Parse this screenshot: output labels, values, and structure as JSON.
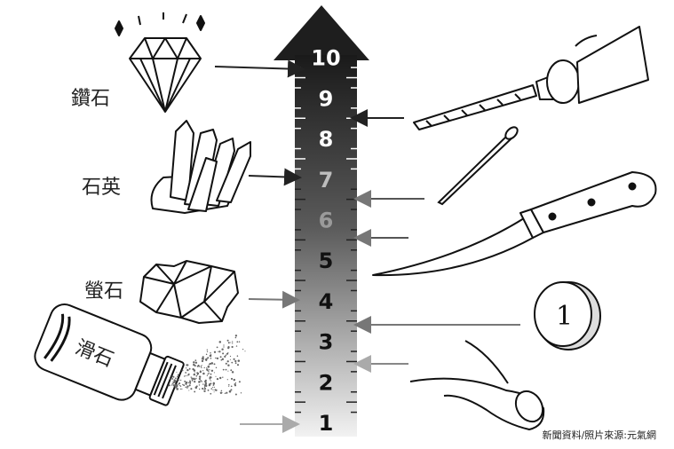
{
  "scale": {
    "numbers": [
      "1",
      "2",
      "3",
      "4",
      "5",
      "6",
      "7",
      "8",
      "9",
      "10"
    ],
    "number_colors": [
      "#111111",
      "#111111",
      "#111111",
      "#111111",
      "#111111",
      "#9a9a9a",
      "#bdbdbd",
      "#ffffff",
      "#ffffff",
      "#ffffff"
    ]
  },
  "minerals": [
    {
      "label": "鑽石",
      "icon": "diamond-icon",
      "hardness": 10
    },
    {
      "label": "石英",
      "icon": "quartz-crystal-icon",
      "hardness": 7
    },
    {
      "label": "螢石",
      "icon": "fluorite-rock-icon",
      "hardness": 4
    },
    {
      "label": "滑石",
      "icon": "talc-powder-bottle-icon",
      "hardness": 1
    }
  ],
  "tools": [
    {
      "icon": "drill-bit-icon",
      "hardness": 8.5
    },
    {
      "icon": "nail-icon",
      "hardness": 6.5
    },
    {
      "icon": "knife-icon",
      "hardness": 5.5
    },
    {
      "icon": "coin-icon",
      "hardness": 3.5,
      "coin_label": "1"
    },
    {
      "icon": "fingernail-icon",
      "hardness": 2.5
    }
  ],
  "credit": "新聞資料/照片來源:元氣網"
}
